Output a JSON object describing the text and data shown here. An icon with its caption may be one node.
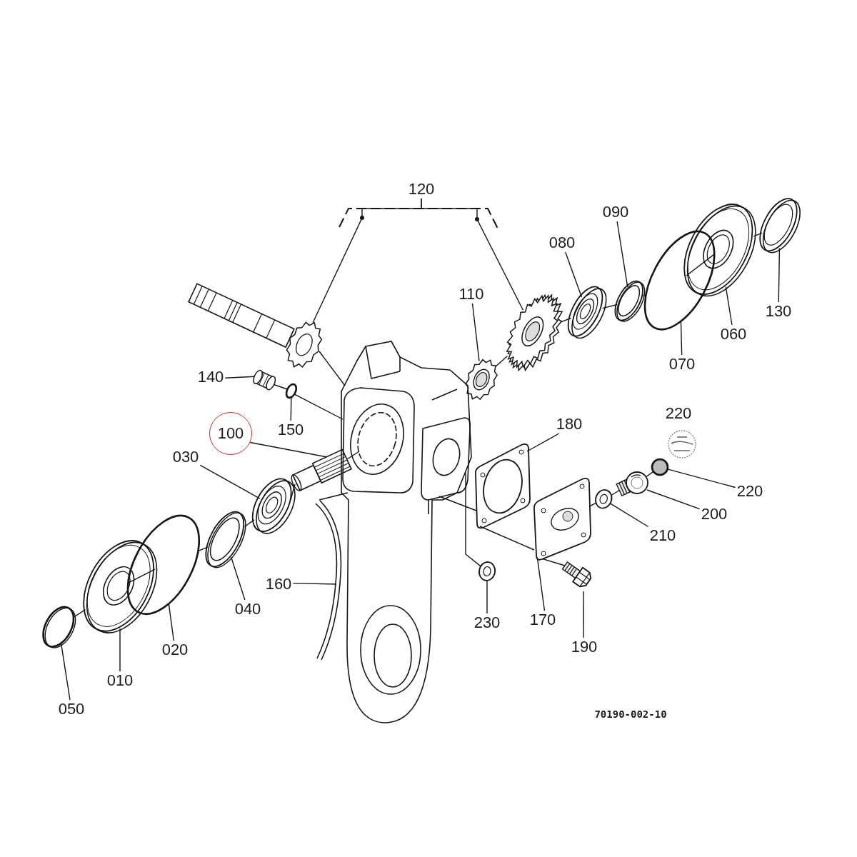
{
  "diagram": {
    "nodes": [
      {
        "text": [
          "120"
        ]
      },
      {
        "text": [],
        "shape": "picture"
      },
      {
        "text": [],
        "shape": "picture"
      },
      {
        "text": [
          "090"
        ]
      },
      {
        "text": [
          "080"
        ]
      },
      {
        "text": [
          "110"
        ]
      },
      {
        "text": [
          "130"
        ]
      },
      {
        "text": [
          "060"
        ]
      },
      {
        "text": [
          "070"
        ]
      },
      {
        "text": [
          "140"
        ]
      },
      {
        "text": [
          "150"
        ]
      },
      {
        "text": [
          "100"
        ]
      },
      {
        "text": [
          "030"
        ]
      },
      {
        "text": [
          "180"
        ]
      },
      {
        "text": [
          "220"
        ]
      },
      {
        "text": [
          "200"
        ]
      },
      {
        "text": [
          "210"
        ]
      },
      {
        "text": [
          "160"
        ]
      },
      {
        "text": [
          "040"
        ]
      },
      {
        "text": [
          "230"
        ]
      },
      {
        "text": [
          "170"
        ]
      },
      {
        "text": [
          "190"
        ]
      },
      {
        "text": [
          "020"
        ]
      },
      {
        "text": [
          "010"
        ]
      },
      {
        "text": [
          "050"
        ]
      },
      {
        "text": [],
        "shape": "picture"
      },
      {
        "text": [],
        "shape": "picture"
      },
      {
        "text": [],
        "shape": "picture"
      },
      {
        "text": [],
        "shape": "circle"
      },
      {
        "text": [],
        "shape": "picture"
      },
      {
        "text": [],
        "shape": "picture"
      },
      {
        "text": [],
        "shape": "picture"
      },
      {
        "text": [],
        "shape": "circle"
      },
      {
        "text": [],
        "shape": "picture"
      },
      {
        "text": [],
        "shape": "picture"
      },
      {
        "text": [],
        "shape": "picture"
      },
      {
        "text": [],
        "shape": "circle"
      },
      {
        "text": [],
        "shape": "picture"
      },
      {
        "text": [],
        "shape": "picture"
      },
      {
        "text": [],
        "shape": "picture"
      },
      {
        "text": [],
        "shape": "picture"
      },
      {
        "text": [],
        "shape": "picture"
      },
      {
        "text": [],
        "shape": "picture"
      },
      {
        "text": [],
        "shape": "picture"
      },
      {
        "text": [],
        "shape": "circle"
      },
      {
        "text": [],
        "shape": "picture"
      },
      {
        "text": [],
        "shape": "circle"
      },
      {
        "text": [],
        "shape": "picture"
      }
    ],
    "edges": [
      {
        "from": 0,
        "to": 1,
        "arrow": "none"
      },
      {
        "from": 0,
        "to": 2,
        "arrow": "none"
      },
      {
        "from": 3,
        "to": 27,
        "arrow": "none"
      },
      {
        "from": 4,
        "to": 26,
        "arrow": "none"
      },
      {
        "from": 5,
        "to": 25,
        "arrow": "none"
      },
      {
        "from": 6,
        "to": 30,
        "arrow": "none"
      },
      {
        "from": 7,
        "to": 29,
        "arrow": "none"
      },
      {
        "from": 8,
        "to": 28,
        "arrow": "none"
      },
      {
        "from": 9,
        "to": 31,
        "arrow": "none"
      },
      {
        "from": 10,
        "to": 32,
        "arrow": "none"
      },
      {
        "from": 11,
        "to": 33,
        "arrow": "none"
      },
      {
        "from": 12,
        "to": 34,
        "arrow": "none"
      },
      {
        "from": 13,
        "to": 35,
        "arrow": "none"
      },
      {
        "from": 14,
        "to": 36,
        "arrow": "none"
      },
      {
        "from": 15,
        "to": 37,
        "arrow": "none"
      },
      {
        "from": 16,
        "to": 38,
        "arrow": "none"
      },
      {
        "from": 17,
        "to": 39,
        "arrow": "none"
      },
      {
        "from": 18,
        "to": 40,
        "arrow": "none"
      },
      {
        "from": 19,
        "to": 41,
        "arrow": "none"
      },
      {
        "from": 20,
        "to": 42,
        "arrow": "none"
      },
      {
        "from": 21,
        "to": 43,
        "arrow": "none"
      },
      {
        "from": 22,
        "to": 44,
        "arrow": "none"
      },
      {
        "from": 23,
        "to": 45,
        "arrow": "none"
      },
      {
        "from": 24,
        "to": 46,
        "arrow": "none"
      },
      {
        "from": 25,
        "to": 2,
        "arrow": "none"
      },
      {
        "from": 2,
        "to": 26,
        "arrow": "none"
      },
      {
        "from": 26,
        "to": 27,
        "arrow": "none"
      },
      {
        "from": 27,
        "to": 28,
        "arrow": "none"
      },
      {
        "from": 28,
        "to": 29,
        "arrow": "none"
      },
      {
        "from": 29,
        "to": 30,
        "arrow": "none"
      },
      {
        "from": 46,
        "to": 45,
        "arrow": "none"
      },
      {
        "from": 45,
        "to": 44,
        "arrow": "none"
      },
      {
        "from": 44,
        "to": 40,
        "arrow": "none"
      },
      {
        "from": 40,
        "to": 34,
        "arrow": "none"
      },
      {
        "from": 34,
        "to": 33,
        "arrow": "none"
      },
      {
        "from": 33,
        "to": 47,
        "arrow": "none"
      },
      {
        "from": 31,
        "to": 32,
        "arrow": "none"
      },
      {
        "from": 32,
        "to": 47,
        "arrow": "none"
      },
      {
        "from": 1,
        "to": 47,
        "arrow": "none"
      },
      {
        "from": 39,
        "to": 47,
        "arrow": "none"
      },
      {
        "from": 47,
        "to": 35,
        "arrow": "none"
      },
      {
        "from": 35,
        "to": 42,
        "arrow": "none"
      },
      {
        "from": 42,
        "to": 43,
        "arrow": "none"
      },
      {
        "from": 47,
        "to": 41,
        "arrow": "none"
      },
      {
        "from": 42,
        "to": 38,
        "arrow": "none"
      },
      {
        "from": 38,
        "to": 37,
        "arrow": "none"
      },
      {
        "from": 37,
        "to": 36,
        "arrow": "none"
      }
    ],
    "labels": [
      "220",
      "70190-002-10"
    ]
  }
}
